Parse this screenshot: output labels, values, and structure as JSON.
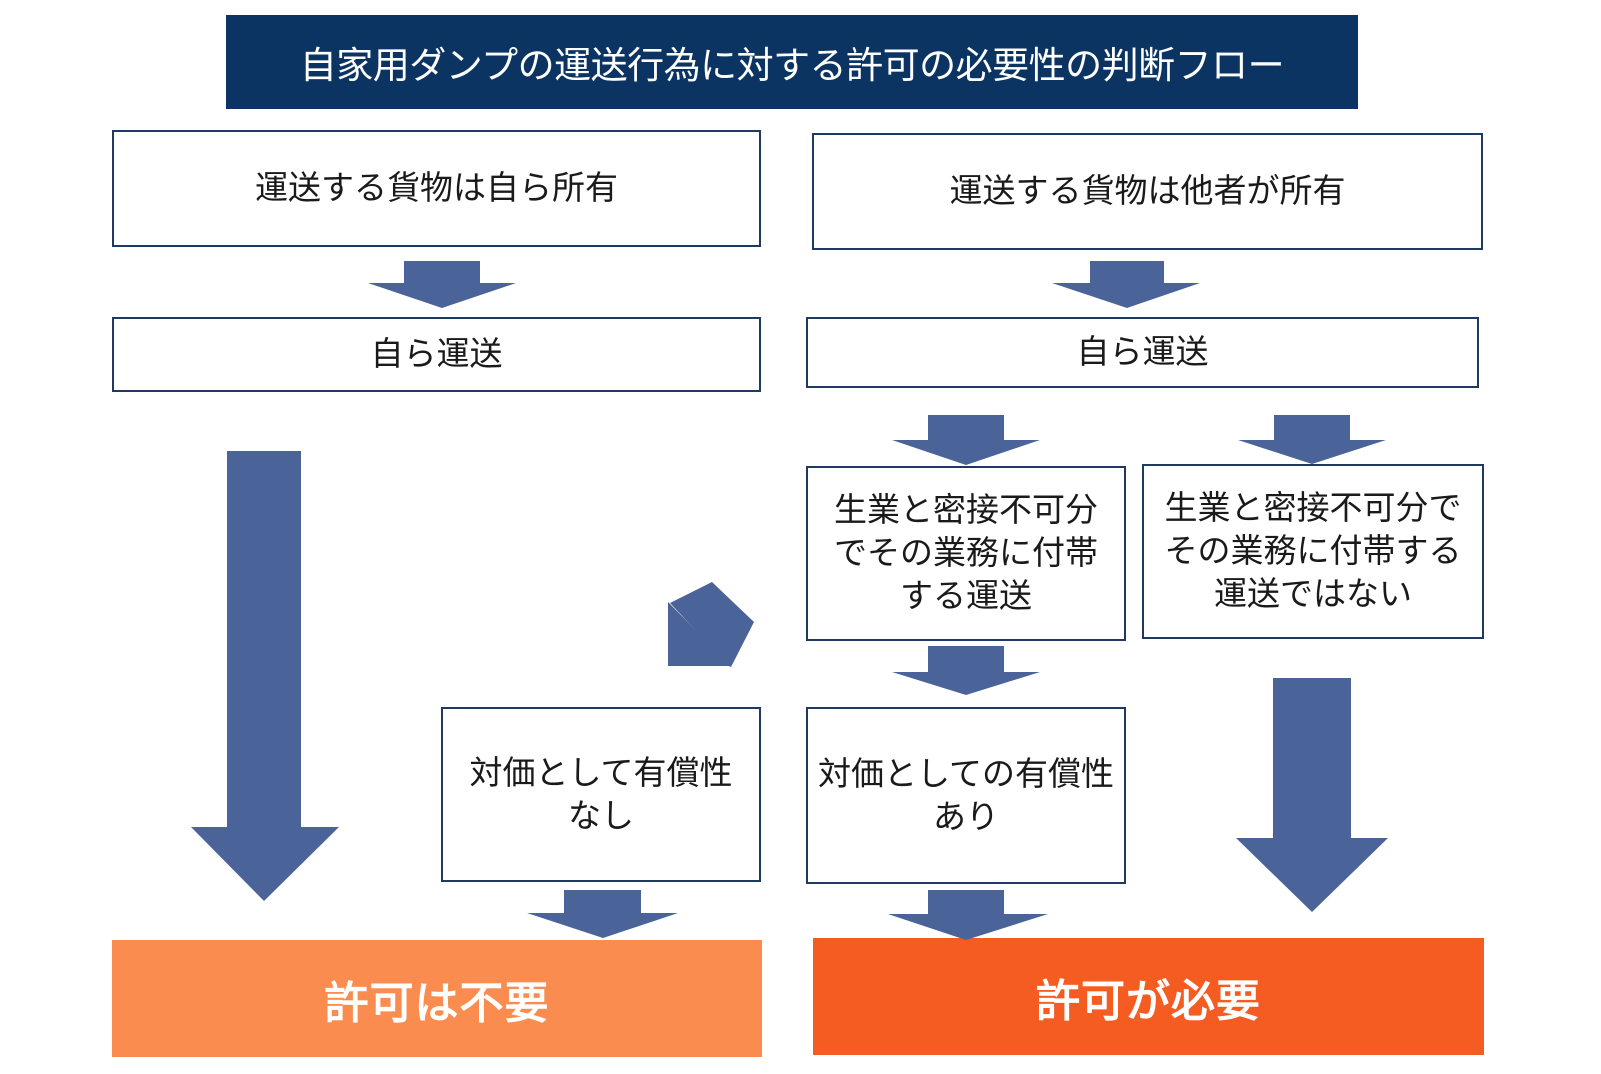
{
  "title": "自家用ダンプの運送行為に対する許可の必要性の判断フロー",
  "left": {
    "owner_box": "運送する貨物は自ら所有",
    "transport_box": "自ら運送",
    "no_compensation_box": "対価として有償性\nなし",
    "result": "許可は不要"
  },
  "right": {
    "owner_box": "運送する貨物は他者が所有",
    "transport_box": "自ら運送",
    "incidental_box": "生業と密接不可分\nでその業務に付帯\nする運送",
    "not_incidental_box": "生業と密接不可分で\nその業務に付帯する\n運送ではない",
    "compensation_box": "対価としての有償性\nあり",
    "result": "許可が必要"
  },
  "colors": {
    "title_bg": "#0c3462",
    "arrow": "#4a6399",
    "result_not_required": "#f98c4e",
    "result_required": "#f45c22"
  }
}
